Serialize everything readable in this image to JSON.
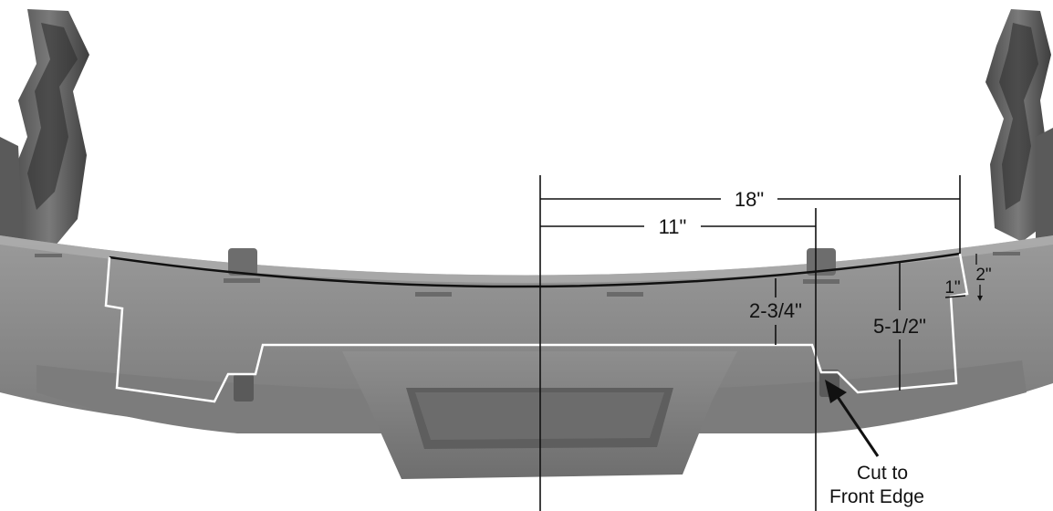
{
  "figure": {
    "dimensions": {
      "overall_width": "18\"",
      "partial_width": "11\"",
      "notch_depth": "2-3/4\"",
      "cut_height": "5-1/2\"",
      "corner_width": "1\"",
      "corner_drop": "2\""
    },
    "callout": {
      "line1": "Cut to",
      "line2": "Front Edge"
    }
  }
}
